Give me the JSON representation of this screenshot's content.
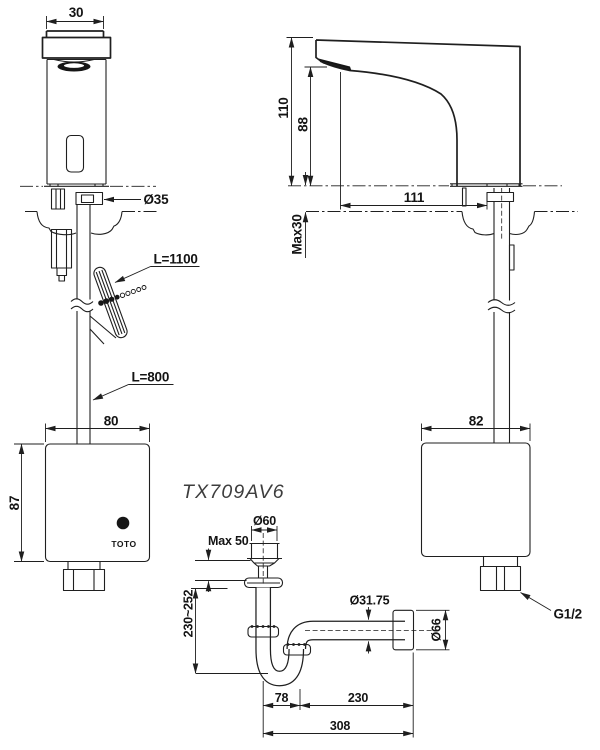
{
  "title": {
    "model": "TX709AV6"
  },
  "brand": {
    "logo": "TOTO"
  },
  "front_view": {
    "spout_width": "30",
    "shank_diameter": "Ø35",
    "sensor_hose_length": "L=1100",
    "supply_pipe_length": "L=800",
    "controller": {
      "width": "80",
      "height": "87"
    }
  },
  "side_view": {
    "total_height": "110",
    "spout_height": "88",
    "spout_reach": "111",
    "deck_thickness": "Max30",
    "controller": {
      "width": "82",
      "inlet_thread": "G1/2"
    }
  },
  "drain": {
    "flange_diameter": "Ø60",
    "deck_thickness": "Max 50",
    "adjust_height": "230~252",
    "tail_diameter": "Ø31.75",
    "escutcheon_diameter": "Ø66",
    "trap_offset": "78",
    "outlet_length": "230",
    "overall_length": "308"
  },
  "colors": {
    "line": "#1f1f1f",
    "background": "#ffffff"
  }
}
